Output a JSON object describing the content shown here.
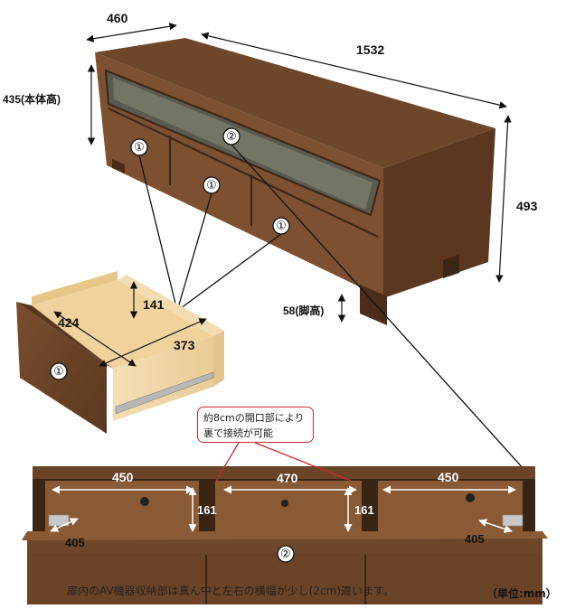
{
  "dimensions": {
    "depth": "460",
    "width": "1532",
    "body_height": "435(本体高)",
    "total_height": "493",
    "leg_height": "58(脚高)"
  },
  "drawer": {
    "depth": "424",
    "height": "141",
    "width": "373"
  },
  "interior": {
    "left_width": "450",
    "center_width": "470",
    "right_width": "450",
    "height_left": "161",
    "height_right": "161",
    "depth_left": "405",
    "depth_right": "405"
  },
  "markers": {
    "drawer": "①",
    "av_compartment": "②"
  },
  "callout_text": {
    "line1": "約8cmの開口部により",
    "line2": "裏で接続が可能"
  },
  "caption": "扉内のAV機器収納部は真ん中と左右の横幅が少し(2cm)違います。",
  "unit_label": "（単位:mm）",
  "colors": {
    "walnut": "#6b4428",
    "walnut_dark": "#4a2c18",
    "pine_interior": "#f1d9a8",
    "callout_border": "#cc2a2a"
  }
}
